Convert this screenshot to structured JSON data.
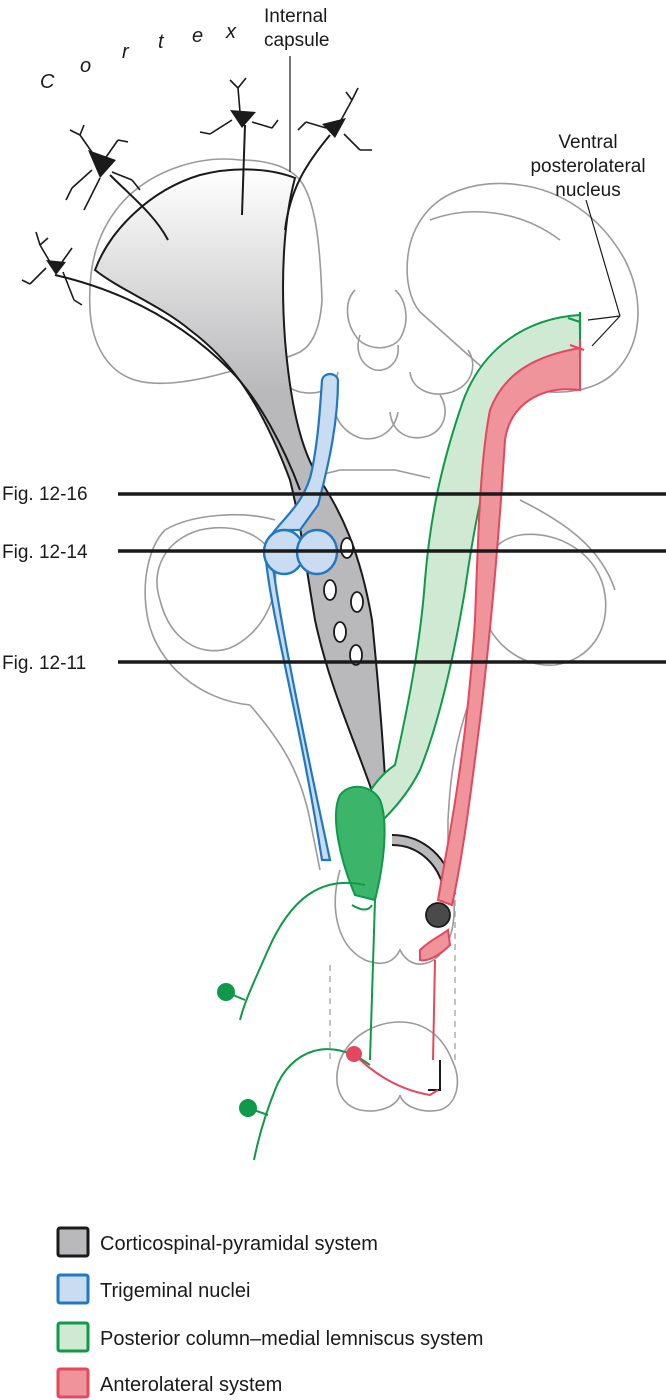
{
  "labels": {
    "cortex_letters": [
      "C",
      "o",
      "r",
      "t",
      "e",
      "x"
    ],
    "internal_capsule_line1": "Internal",
    "internal_capsule_line2": "capsule",
    "vpl_line1": "Ventral",
    "vpl_line2": "posterolateral",
    "vpl_line3": "nucleus"
  },
  "figure_refs": [
    {
      "label": "Fig. 12-16"
    },
    {
      "label": "Fig. 12-14"
    },
    {
      "label": "Fig. 12-11"
    }
  ],
  "legend": [
    {
      "label": "Corticospinal-pyramidal system",
      "fill": "#b9b9bb",
      "stroke": "#1a1a1a"
    },
    {
      "label": "Trigeminal nuclei",
      "fill": "#c9dcf2",
      "stroke": "#1f78c1"
    },
    {
      "label": "Posterior column–medial lemniscus system",
      "fill": "#cfe9d3",
      "stroke": "#0e9a48"
    },
    {
      "label": "Anterolateral system",
      "fill": "#f0949c",
      "stroke": "#e3485c"
    }
  ],
  "colors": {
    "corticospinal": "#b9b9bb",
    "trigeminal": "#c9dcf2",
    "lemniscus": "#cfe9d3",
    "lemniscus_dark": "#3cb56a",
    "anterolateral": "#f0949c",
    "outline": "#9a9a9a"
  }
}
